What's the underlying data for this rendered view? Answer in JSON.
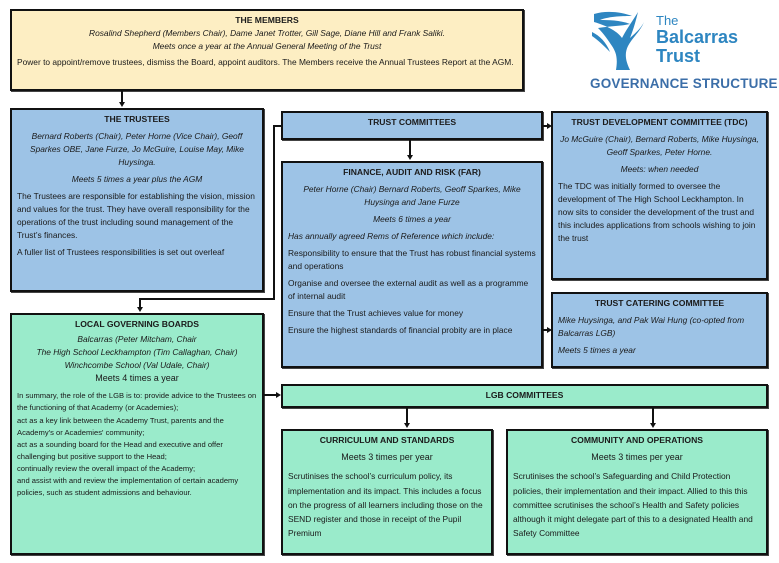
{
  "logo": {
    "line1": "The",
    "line2": "Balcarras",
    "line3": "Trust",
    "subtitle": "GOVERNANCE STRUCTURE"
  },
  "colors": {
    "members_bg": "#fdeec3",
    "trust_bg": "#9dc3e6",
    "lgb_bg": "#9aebcb",
    "brand": "#2e86c1"
  },
  "members": {
    "title": "THE MEMBERS",
    "people": "Rosalind Shepherd (Members Chair), Dame Janet Trotter, Gill Sage, Diane Hill and Frank Saliki.",
    "meets": "Meets once a year at the Annual General Meeting of the Trust",
    "description": "Power to appoint/remove trustees, dismiss the Board, appoint auditors. The Members receive the Annual Trustees Report at the AGM."
  },
  "trustees": {
    "title": "THE TRUSTEES",
    "people": "Bernard Roberts (Chair), Peter Horne (Vice Chair), Geoff Sparkes OBE,  Jane Furze, Jo McGuire, Louise May, Mike Huysinga.",
    "meets": "Meets 5 times a year plus the AGM",
    "description": "The Trustees are responsible for establishing the vision, mission and values for the trust. They have overall responsibility for the operations of the trust including sound management of the Trust’s finances.",
    "note": "A fuller list of Trustees responsibilities is set out overleaf"
  },
  "trust_committees": {
    "title": "TRUST COMMITTEES"
  },
  "far": {
    "title": "FINANCE, AUDIT AND RISK (FAR)",
    "people": "Peter Horne (Chair) Bernard Roberts, Geoff Sparkes, Mike Huysinga and Jane Furze",
    "meets": "Meets 6 times a year",
    "intro": "Has annually agreed Rems of Reference which include:",
    "items": [
      "Responsibility to ensure that the Trust has robust financial systems and operations",
      "Organise and oversee the external audit as well as a programme of internal audit",
      "Ensure that the Trust achieves value for money",
      "Ensure the highest standards of financial probity are in place"
    ]
  },
  "tdc": {
    "title": "TRUST DEVELOPMENT COMMITTEE (TDC)",
    "people": "Jo McGuire (Chair), Bernard Roberts, Mike Huysinga, Geoff Sparkes, Peter Horne.",
    "meets": "Meets: when needed",
    "description": "The TDC was initially formed to oversee the development of The High School Leckhampton. In now sits to consider the development of the trust and this includes applications from schools wishing to join the trust"
  },
  "catering": {
    "title": "TRUST CATERING COMMITTEE",
    "people": "Mike Huysinga, and Pak Wai Hung (co-opted from Balcarras LGB)",
    "meets": "Meets 5 times a year"
  },
  "lgb": {
    "title": "LOCAL GOVERNING BOARDS",
    "boards": [
      "Balcarras (Peter Mitcham, Chair",
      "The High School Leckhampton (Tim Callaghan, Chair)",
      "Winchcombe School (Val Udale, Chair)"
    ],
    "meets": "Meets 4 times a year",
    "roles": [
      "In summary, the role of the LGB is to: provide advice to the Trustees on the functioning of that Academy (or Academies);",
      "act as a key link between the Academy Trust, parents and the Academy's or Academies' community;",
      "act as a sounding board for the Head and executive and offer challenging but positive support to the Head;",
      "continually review the overall impact of the Academy;",
      "and assist with and review the implementation of certain academy policies, such as student admissions and behaviour."
    ]
  },
  "lgb_committees": {
    "title": "LGB COMMITTEES"
  },
  "curriculum": {
    "title": "CURRICULUM AND STANDARDS",
    "meets": "Meets 3 times per year",
    "description": "Scrutinises the school’s curriculum policy, its implementation and its impact. This includes a focus on the progress of all learners including those on the SEND register and those in receipt of the Pupil Premium"
  },
  "community": {
    "title": "COMMUNITY AND OPERATIONS",
    "meets": "Meets 3 times per year",
    "description": "Scrutinises the school’s Safeguarding and Child Protection policies, their implementation and their impact. Allied to this this committee scrutinises the school’s Health and Safety policies although it might delegate part of this to a designated Health and Safety Committee"
  }
}
